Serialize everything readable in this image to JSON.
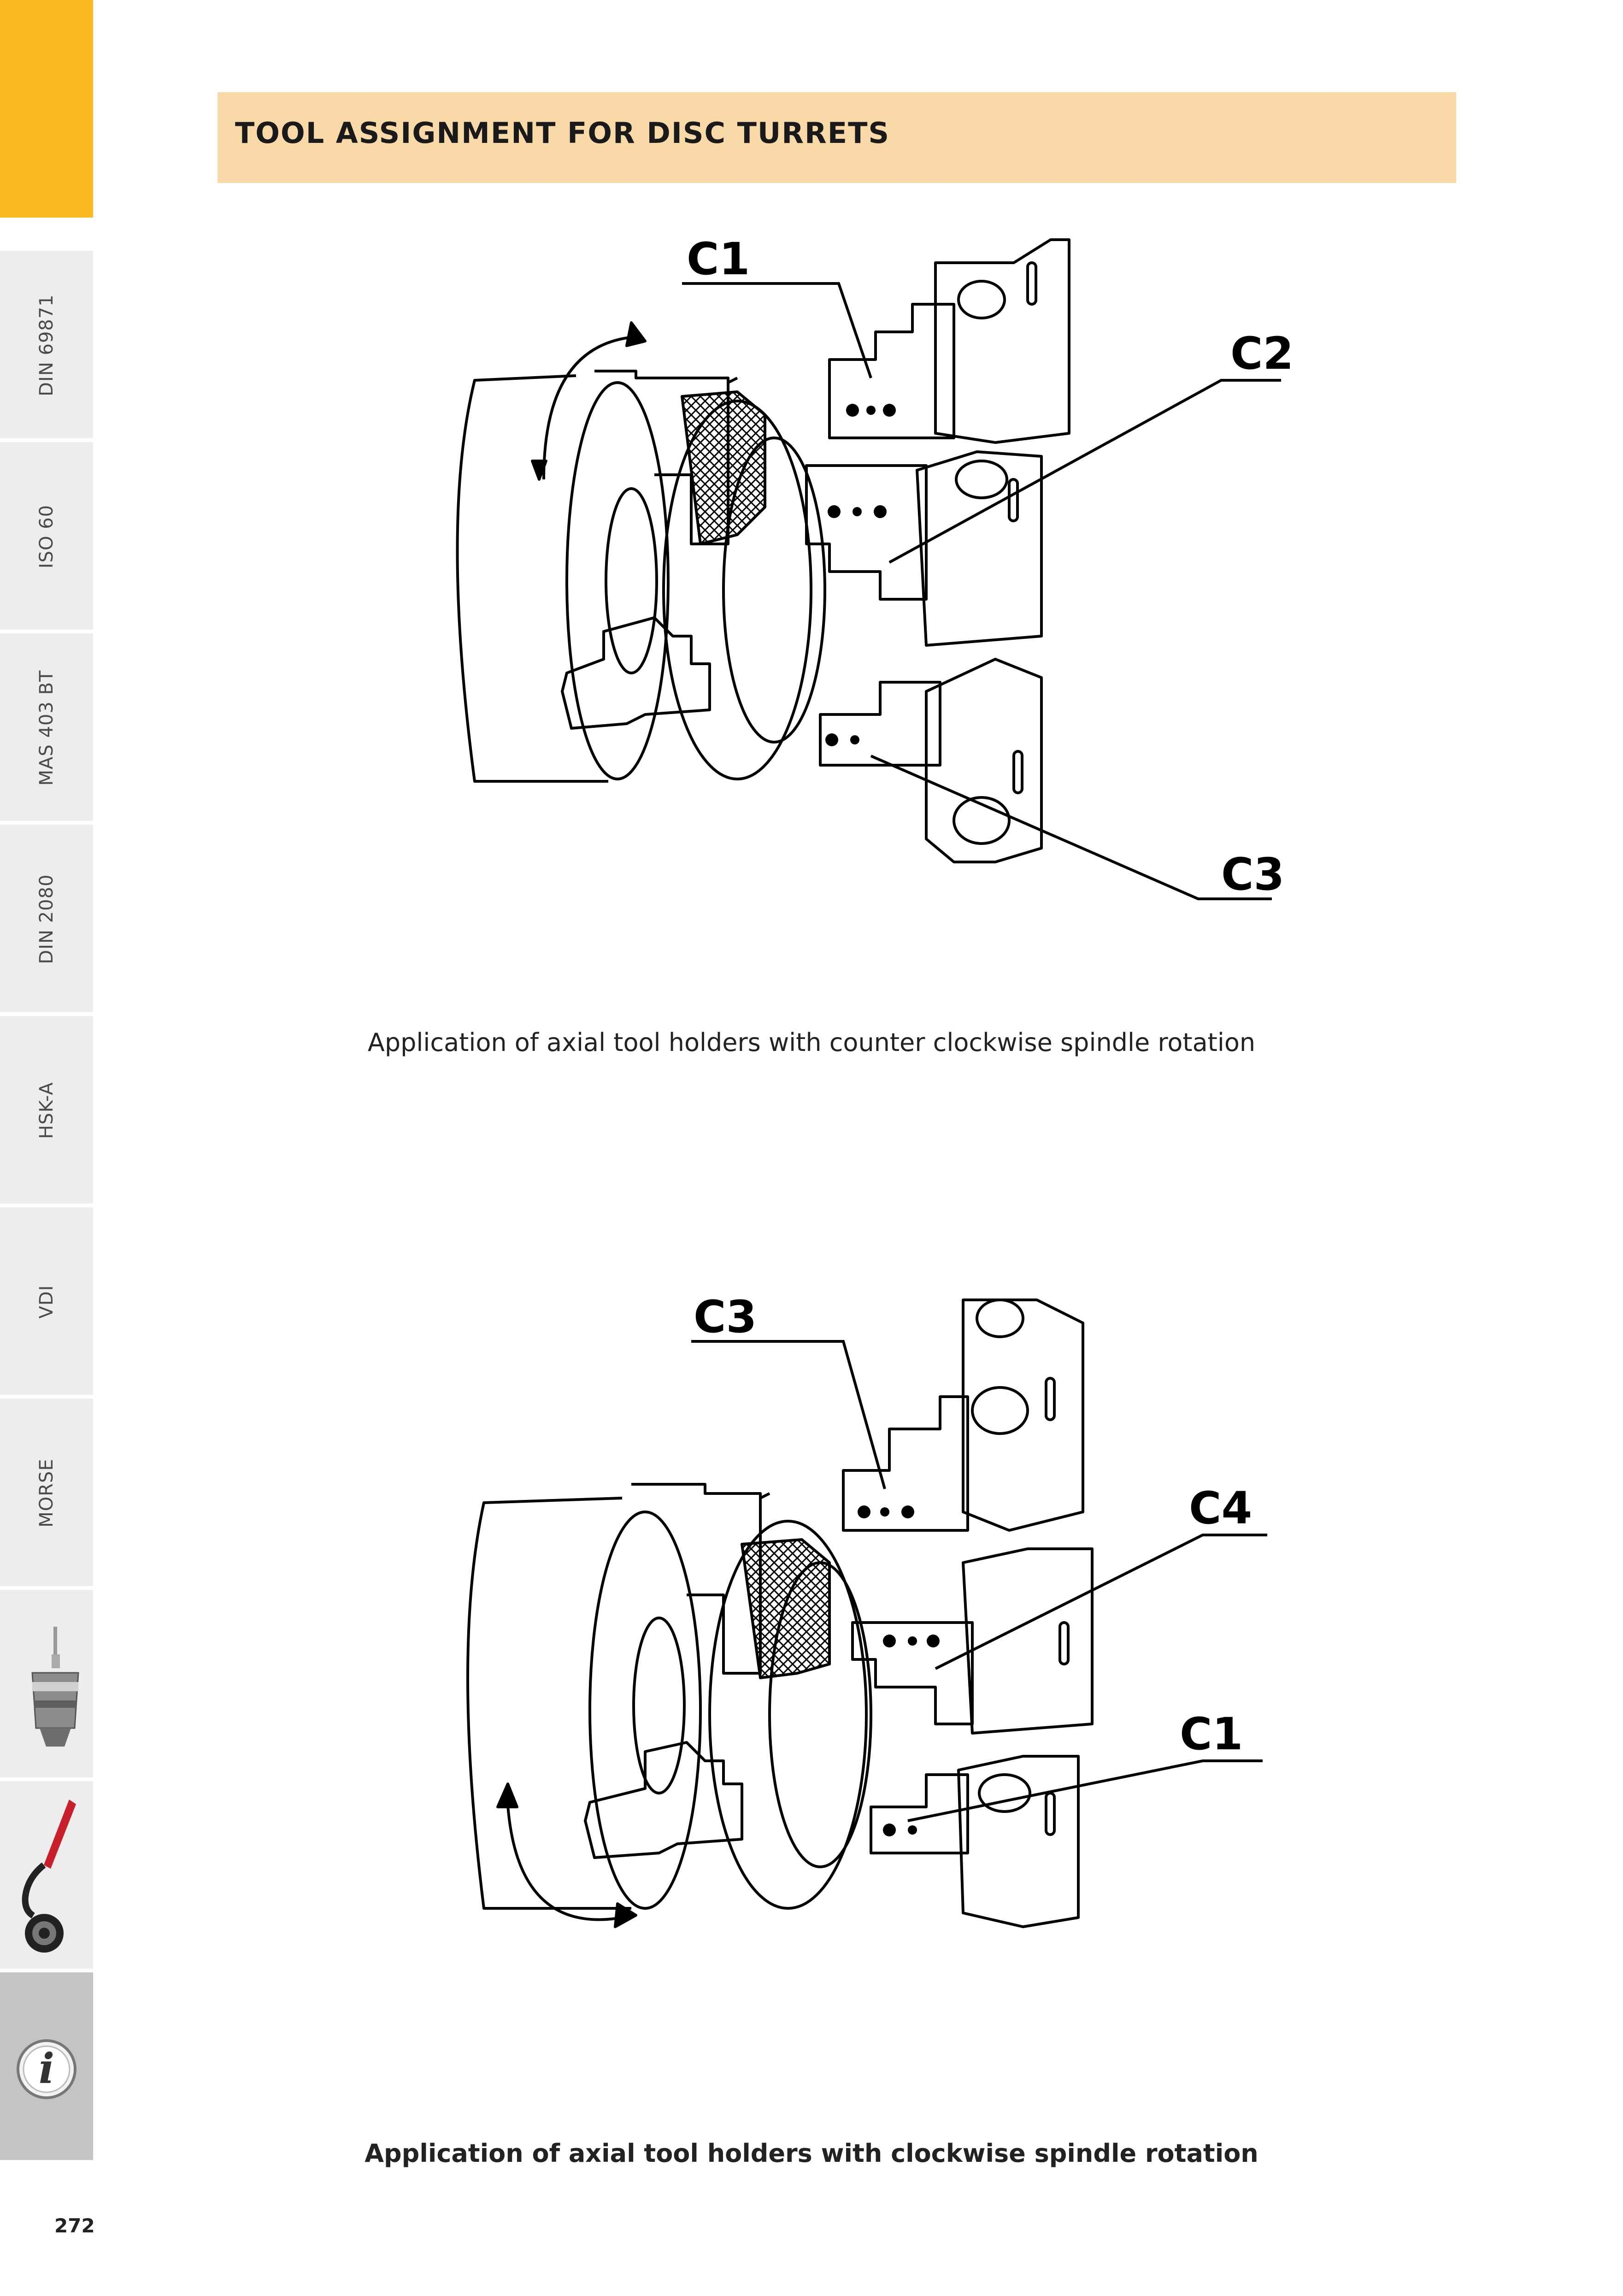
{
  "sidebar": {
    "tabs": [
      {
        "label": "DIN 69871"
      },
      {
        "label": "ISO 60"
      },
      {
        "label": "MAS 403 BT"
      },
      {
        "label": "DIN 2080"
      },
      {
        "label": "HSK-A"
      },
      {
        "label": "VDI"
      },
      {
        "label": "MORSE"
      },
      {
        "icon": "drill-chuck-icon"
      },
      {
        "icon": "wrench-nut-icon"
      },
      {
        "icon": "info-icon"
      }
    ],
    "accent_color": "#fbba22"
  },
  "header": {
    "title": "TOOL ASSIGNMENT FOR DISC TURRETS",
    "band_color": "#f9d9a8"
  },
  "figure1": {
    "labels": {
      "c1": "C1",
      "c2": "C2",
      "c3": "C3"
    },
    "caption": "Application of axial tool holders with counter clockwise spindle rotation"
  },
  "figure2": {
    "labels": {
      "c3": "C3",
      "c4": "C4",
      "c1": "C1"
    },
    "caption": "Application of axial tool holders with clockwise spindle rotation"
  },
  "footer": {
    "page_number": "272"
  }
}
